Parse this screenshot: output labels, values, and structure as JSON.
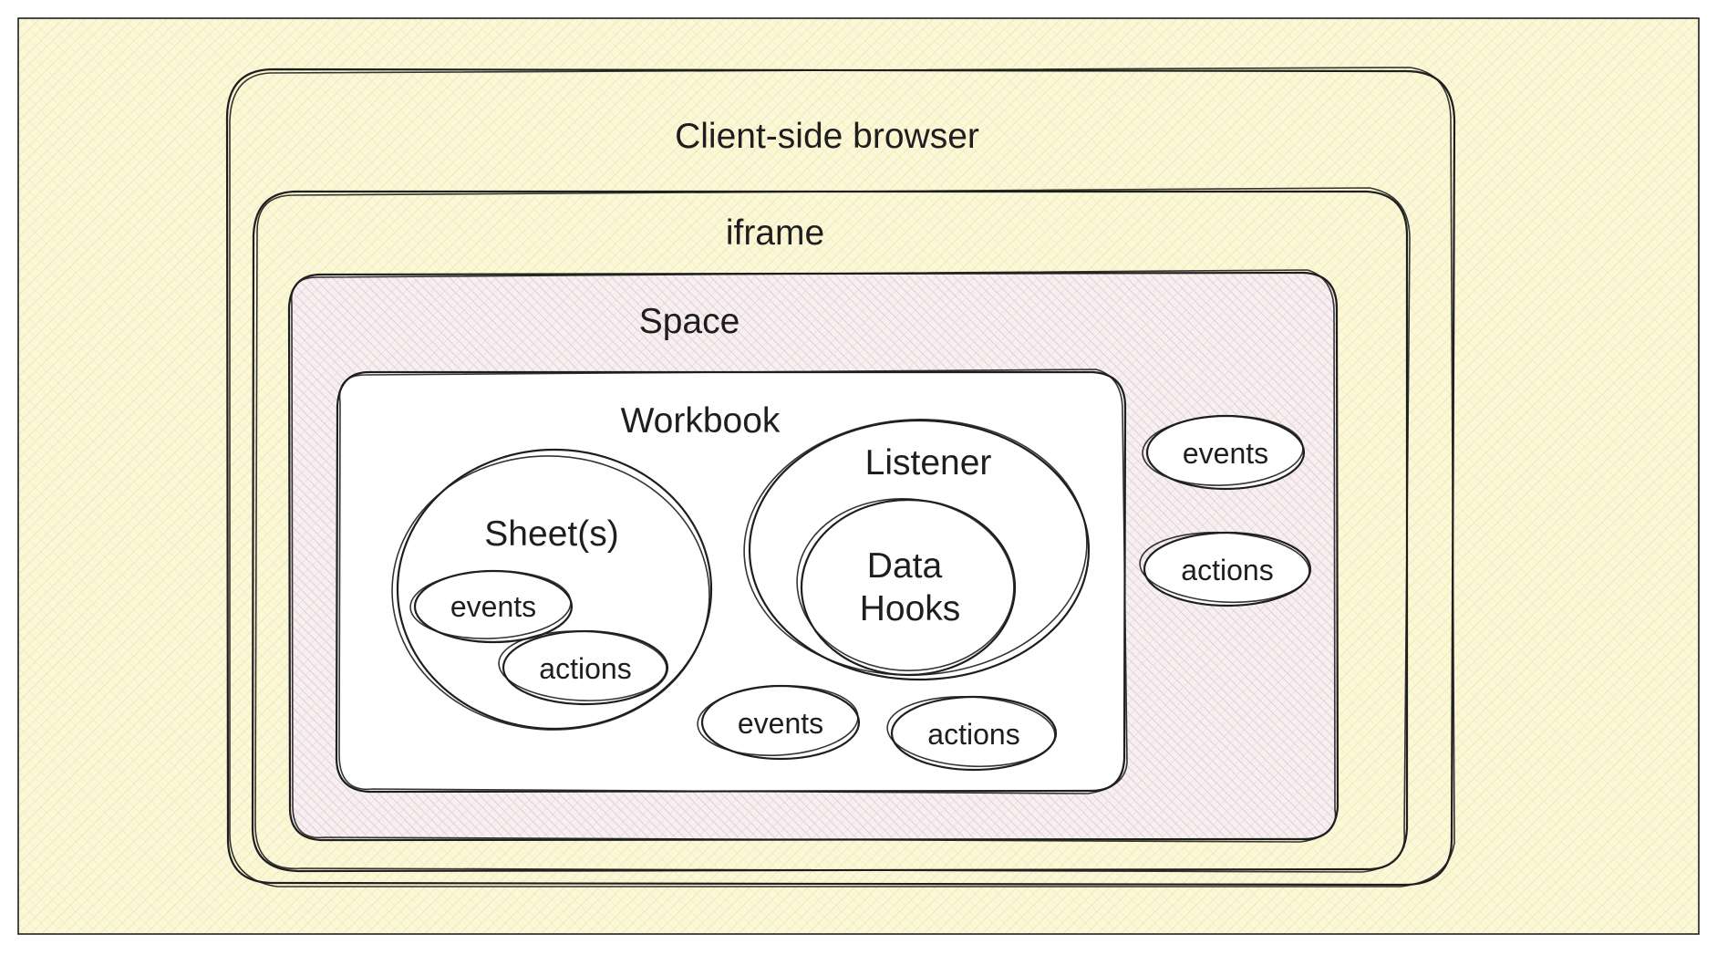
{
  "diagram": {
    "containers": {
      "browser": {
        "label": "Client-side browser"
      },
      "iframe": {
        "label": "iframe"
      },
      "space": {
        "label": "Space"
      },
      "workbook": {
        "label": "Workbook"
      }
    },
    "circles": {
      "sheets": {
        "label": "Sheet(s)"
      },
      "listener": {
        "label": "Listener"
      },
      "data_hooks": {
        "label_line1": "Data",
        "label_line2": "Hooks"
      }
    },
    "ovals": {
      "sheets_events": "events",
      "sheets_actions": "actions",
      "workbook_events": "events",
      "workbook_actions": "actions",
      "space_events": "events",
      "space_actions": "actions"
    },
    "colors": {
      "outer_fill": "#fbf8d9",
      "outer_hatch": "#f1e9a4",
      "space_fill": "#f6eef0",
      "space_hatch": "#d9b8e8",
      "workbook_fill": "#ffffff",
      "stroke": "#1e1e1e"
    }
  }
}
